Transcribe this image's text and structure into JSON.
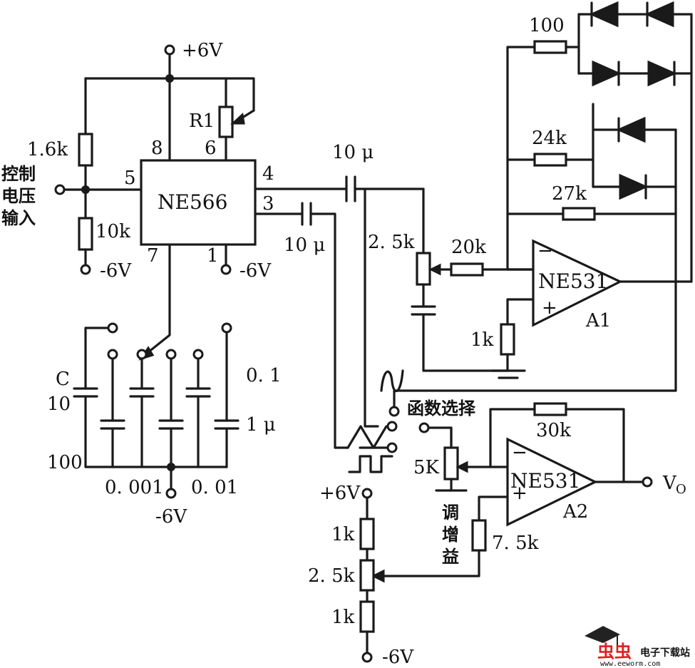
{
  "labels": {
    "vplus_top": "+6V",
    "r1": "R1",
    "r_1_6k": "1.6k",
    "r_10k": "10k",
    "ctrl1": "控制",
    "ctrl2": "电压",
    "ctrl3": "输入",
    "vminus_left": "-6V",
    "vminus_pin1": "-6V",
    "ic_name": "NE566",
    "pin8": "8",
    "pin6": "6",
    "pin5": "5",
    "pin4": "4",
    "pin3": "3",
    "pin7": "7",
    "pin1": "1",
    "c_10u_top": "10 μ",
    "c_10u_bot": "10 μ",
    "r_2_5k": "2. 5k",
    "r_20k": "20k",
    "r_100": "100",
    "r_24k": "24k",
    "r_27k": "27k",
    "op1": "NE531",
    "a1": "A1",
    "r_1k_a1": "1k",
    "cap_c": "C",
    "cap_10": "10",
    "cap_100": "100",
    "cap_0001": "0. 001",
    "cap_001": "0. 01",
    "cap_01": "0. 1",
    "cap_1u": "1 μ",
    "vminus_caps": "-6V",
    "func_select": "函数选择",
    "r_30k": "30k",
    "r_5k": "5K",
    "op2": "NE531",
    "a2": "A2",
    "vo": "V",
    "vo_sub": "O",
    "gain1": "调",
    "gain2": "增",
    "gain3": "益",
    "r_7_5k": "7. 5k",
    "vplus_bot": "+6V",
    "r_1k_a": "1k",
    "r_2_5k_b": "2. 5k",
    "r_1k_b": "1k",
    "vminus_bot": "-6V",
    "logo_cn": "虫虫",
    "logo_text": "电子下载站",
    "logo_url": "www.eeworm.com",
    "opamp_minus": "−",
    "opamp_plus": "+"
  }
}
